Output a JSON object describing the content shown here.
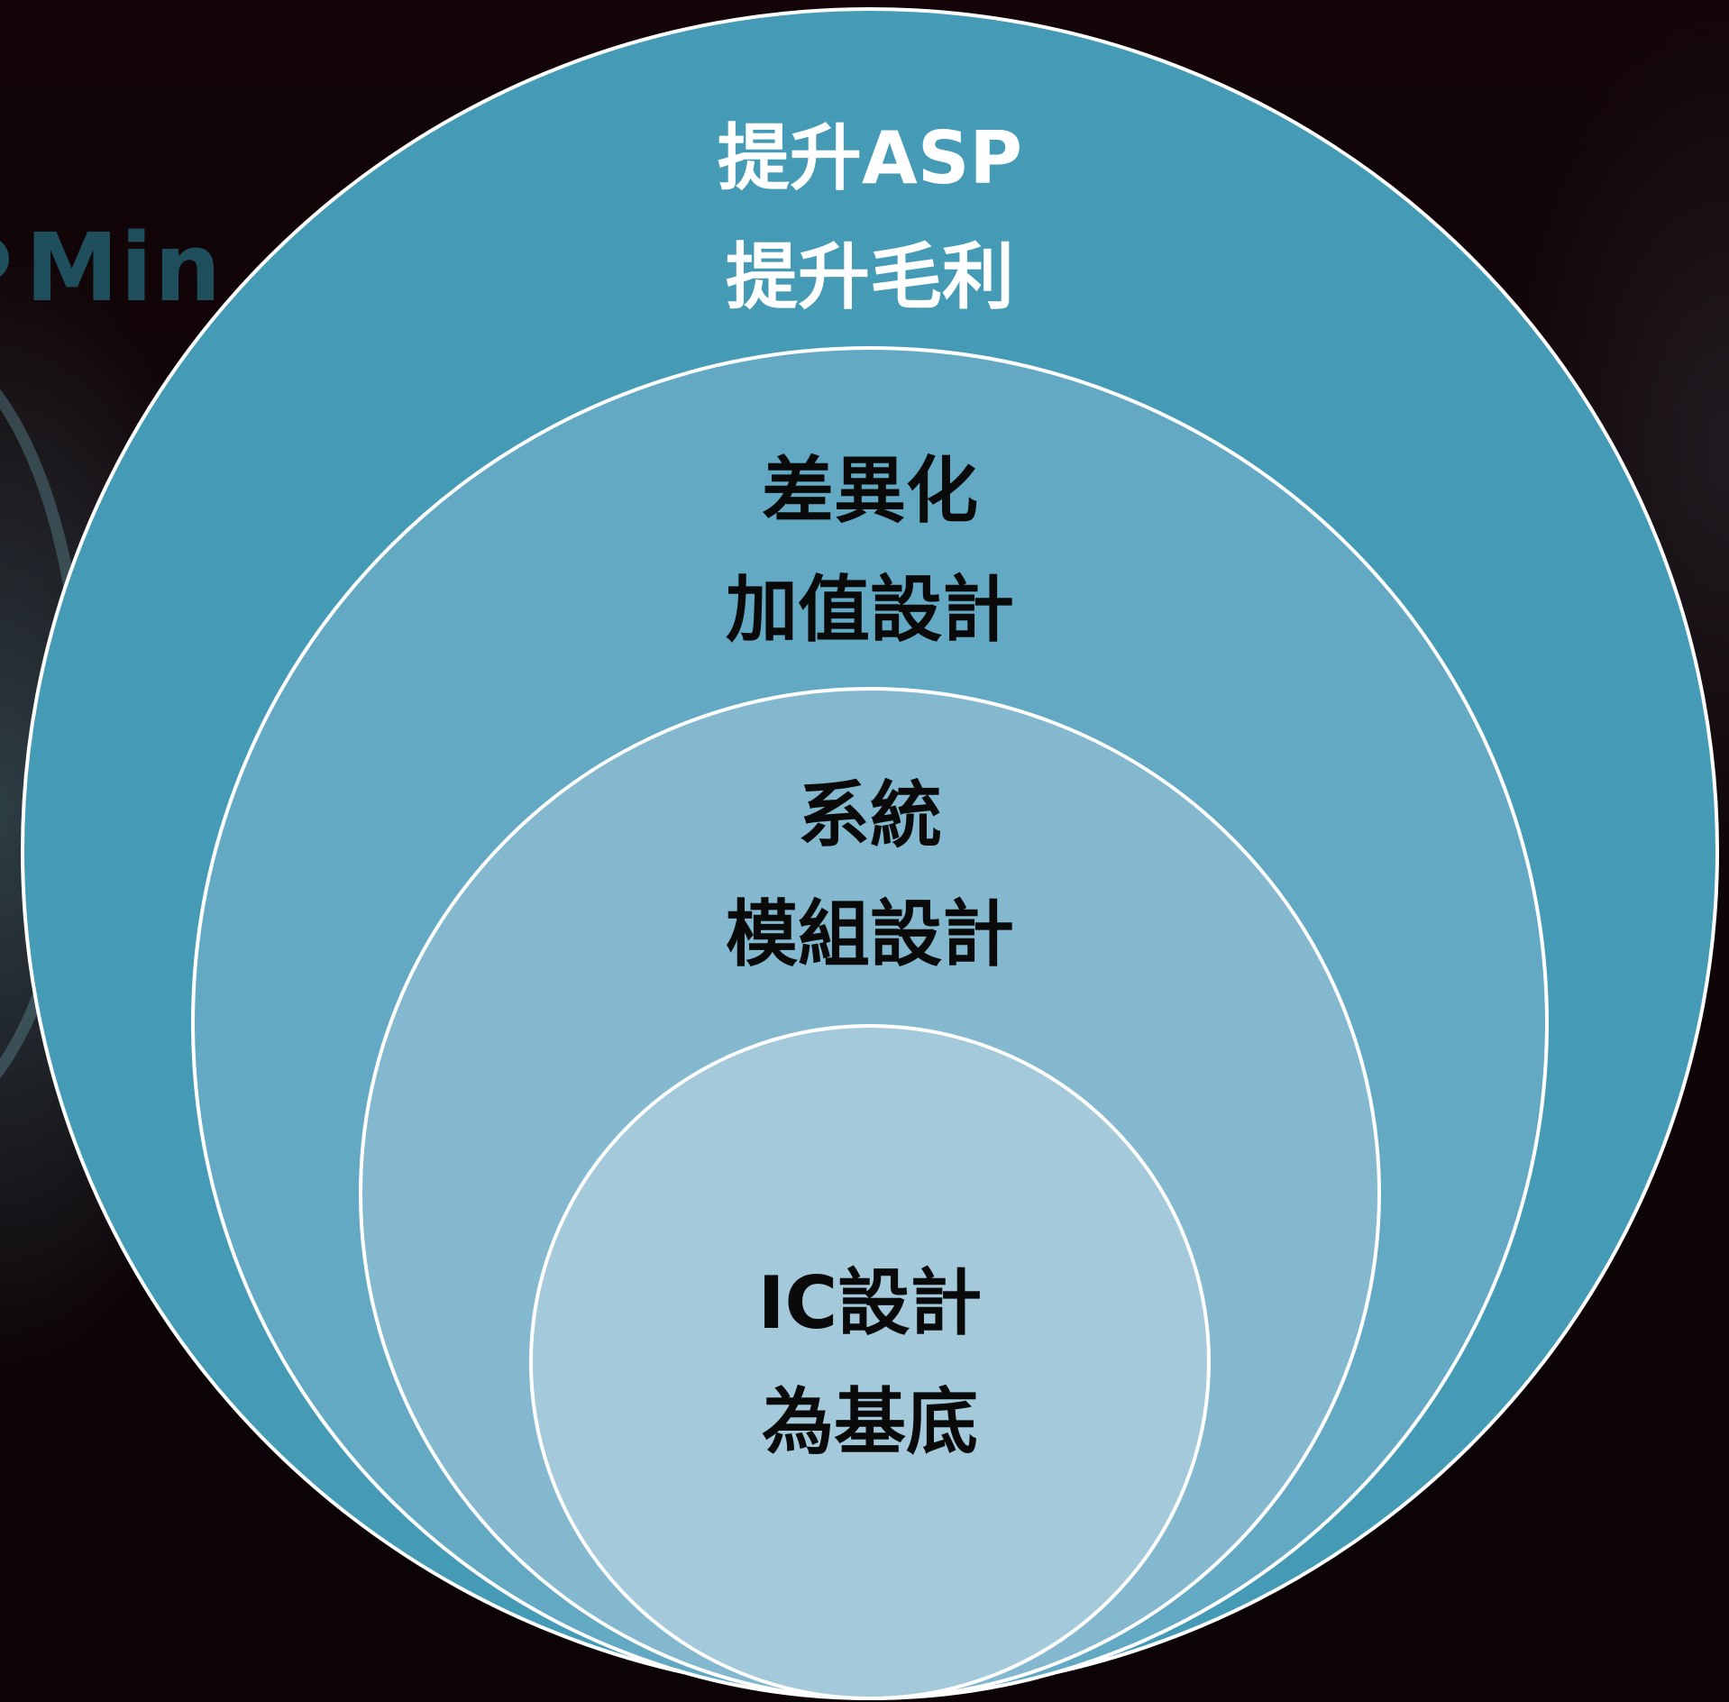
{
  "background_text": "Min",
  "colors": {
    "ring1": "#459bb5",
    "ring2": "#63a9c3",
    "ring3": "#83b8cf",
    "ring4": "#a3c9db",
    "stroke": "#ffffff",
    "background": "#0c0406"
  },
  "levels": [
    {
      "line1": "提升ASP",
      "line2": "提升毛利"
    },
    {
      "line1": "差異化",
      "line2": "加值設計"
    },
    {
      "line1": "系統",
      "line2": "模組設計"
    },
    {
      "line1": "IC設計",
      "line2": "為基底"
    }
  ]
}
